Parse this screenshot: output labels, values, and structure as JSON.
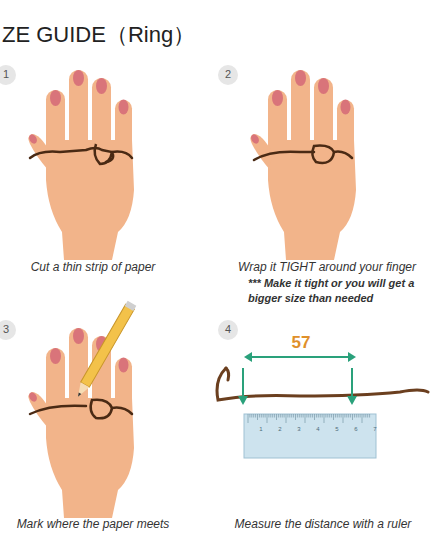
{
  "diagram": {
    "title": "ZE GUIDE（Ring）",
    "labels": [
      "1",
      "Cut a thin strip of paper",
      "2",
      "Wrap it TIGHT around your finger",
      "*** Make it tight or you will get a bigger size than needed",
      "3",
      "Mark where the paper meets",
      "4",
      "57",
      "Measure the distance with a ruler",
      "1",
      "2",
      "3",
      "4",
      "5",
      "6",
      "7"
    ]
  }
}
